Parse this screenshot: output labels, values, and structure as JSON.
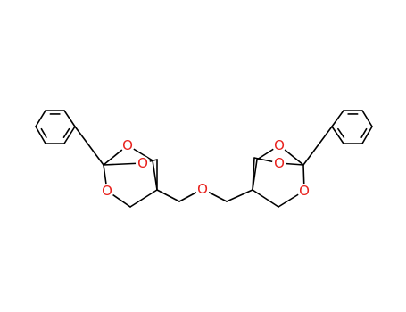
{
  "molecule": {
    "atoms": [
      {
        "id": "O1",
        "element": "O",
        "label": "O",
        "color": "#e8201c"
      },
      {
        "id": "O2",
        "element": "O",
        "label": "O",
        "color": "#e8201c"
      },
      {
        "id": "O3",
        "element": "O",
        "label": "O",
        "color": "#e8201c"
      },
      {
        "id": "O4",
        "element": "O",
        "label": "O",
        "color": "#e8201c"
      },
      {
        "id": "O5",
        "element": "O",
        "label": "O",
        "color": "#e8201c"
      },
      {
        "id": "O6",
        "element": "O",
        "label": "O",
        "color": "#e8201c"
      },
      {
        "id": "O7",
        "element": "O",
        "label": "O",
        "color": "#e8201c"
      }
    ],
    "colors": {
      "bond": "#000000",
      "oxygen": "#e8201c",
      "background": "#ffffff"
    }
  }
}
